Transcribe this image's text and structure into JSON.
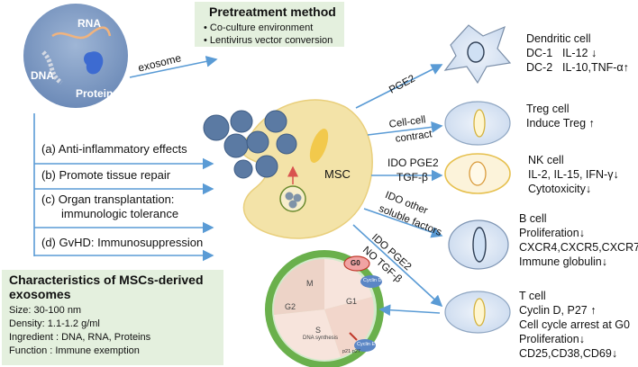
{
  "exosome_circle": {
    "rna": "RNA",
    "dna": "DNA",
    "proteins": "Proteins"
  },
  "exosome_label": "exosome",
  "pretreatment": {
    "title": "Pretreatment method",
    "items": [
      "Co-culture environment",
      "Lentivirus vector conversion"
    ]
  },
  "effects": [
    "(a) Anti-inflammatory effects",
    "(b) Promote tissue repair",
    "(c) Organ transplantation:",
    "immunologic tolerance",
    "(d) GvHD: Immunosuppression"
  ],
  "msc_label": "MSC",
  "characteristics": {
    "title_line1": "Characteristics of MSCs-derived",
    "title_line2": "exosomes",
    "size": "Size:  30-100 nm",
    "density": "Density: 1.1-1.2 g/ml",
    "ingredient": "Ingredient : DNA, RNA, Proteins",
    "function": "Function : Immune exemption"
  },
  "cycle": {
    "m": "M",
    "g0": "G0",
    "g1": "G1",
    "g2": "G2",
    "s": "S",
    "dna_synthesis": "DNA synthesis",
    "cyclin_d": "Cyclin D",
    "cyclin_e": "Cyclin E",
    "p21_p27": "p21 p27"
  },
  "arrows": {
    "pge2": "PGE2",
    "cell_cell": "Cell-cell",
    "contract": "contract",
    "ido_pge2": "IDO PGE2",
    "tgf_b": "TGF-β",
    "ido_other": "IDO  other",
    "soluble_factors": "soluble factors",
    "ido_pge2_t": "IDO    PGE2",
    "no_tgf": "NO    TGF-β"
  },
  "cells": {
    "dendritic": {
      "name": "Dendritic cell",
      "dc1": "DC-1",
      "dc1_val": "IL-12",
      "dc2": "DC-2",
      "dc2_val": "IL-10,TNF-α"
    },
    "treg": {
      "name": "Treg cell",
      "line1": "Induce Treg"
    },
    "nk": {
      "name": "NK cell",
      "line1": "IL-2, IL-15, IFN-γ",
      "line2": "Cytotoxicity"
    },
    "bcell": {
      "name": "B cell",
      "line1": "Proliferation",
      "line2": "CXCR4,CXCR5,CXCR7",
      "line3": "Immune globulin"
    },
    "tcell": {
      "name": "T cell",
      "line1": "Cyclin D, P27",
      "line2": "Cell cycle arrest at G0",
      "line3": "Proliferation",
      "line4": "CD25,CD38,CD69"
    }
  },
  "colors": {
    "arrow_blue": "#5a9bd5",
    "green_box": "#e4f0de",
    "cell_fill": "#dce7f5",
    "nucleus": "#f2d24a",
    "msc_fill": "#f3e3a8"
  }
}
